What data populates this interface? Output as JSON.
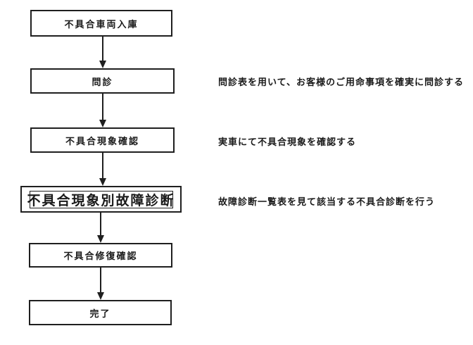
{
  "flowchart": {
    "title": "repair-diagnosis-flow",
    "steps": [
      {
        "label": "不具合車両入庫",
        "note": ""
      },
      {
        "label": "問診",
        "note": "問診表を用いて、お客様のご用命事項を確実に問診する"
      },
      {
        "label": "不具合現象確認",
        "note": "実車にて不具合現象を確認する"
      },
      {
        "label": "不具合現象別故障診断",
        "note": "故障診断一覧表を見て該当する不具合診断を行う",
        "emphasized": true
      },
      {
        "label": "不具合修復確認",
        "note": ""
      },
      {
        "label": "完了",
        "note": ""
      }
    ]
  },
  "colors": {
    "line": "#1f1f1f",
    "text": "#1a1a1a",
    "background": "#ffffff"
  }
}
